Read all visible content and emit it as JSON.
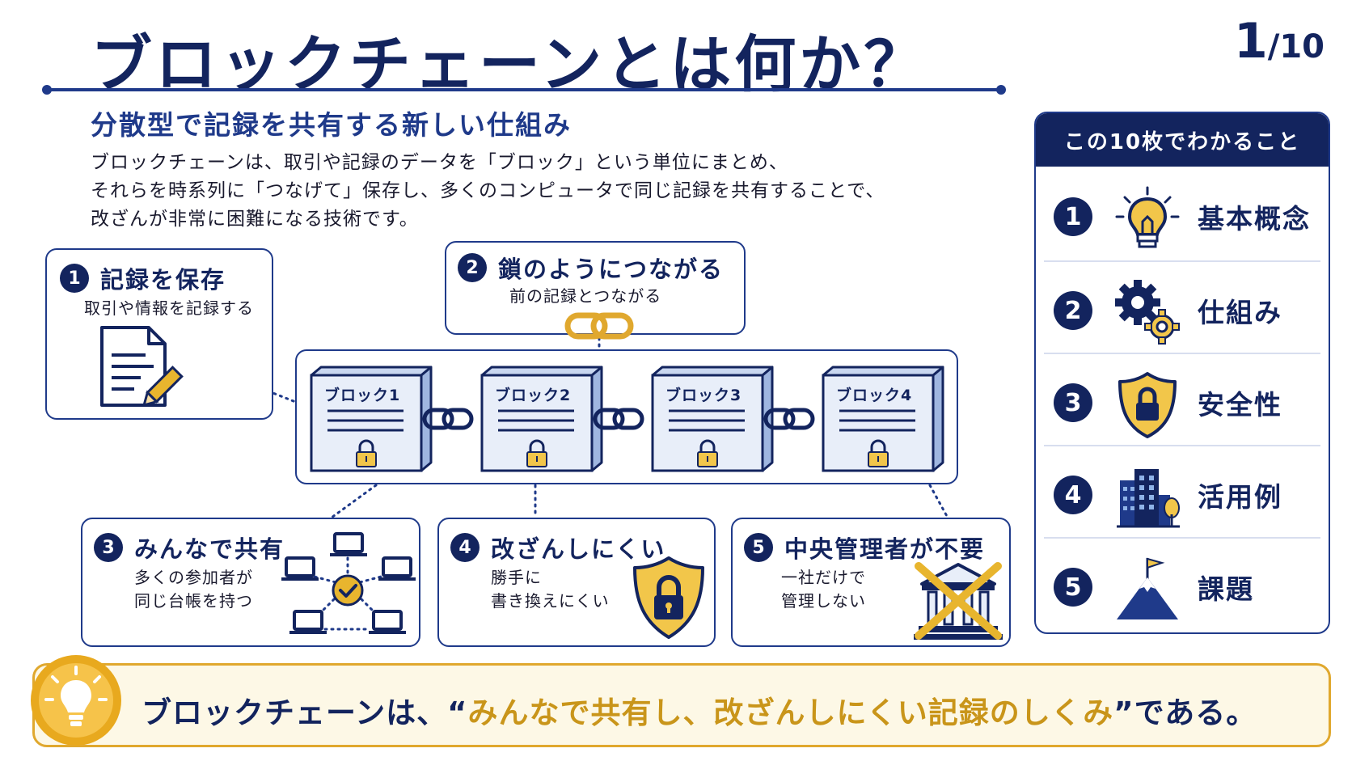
{
  "header": {
    "title": "ブロックチェーンとは何か？",
    "page_current": "1",
    "page_total": "/10"
  },
  "subtitle": "分散型で記録を共有する新しい仕組み",
  "description": [
    "ブロックチェーンは、取引や記録のデータを「ブロック」という単位にまとめ、",
    "それらを時系列に「つなげて」保存し、多くのコンピュータで同じ記録を共有することで、",
    "改ざんが非常に困難になる技術です。"
  ],
  "features": [
    {
      "num": "1",
      "title": "記録を保存",
      "lines": [
        "取引や情報を記録する"
      ],
      "icon": "document-pencil-icon"
    },
    {
      "num": "2",
      "title": "鎖のようにつながる",
      "lines": [
        "前の記録とつながる"
      ],
      "icon": "chain-link-icon"
    },
    {
      "num": "3",
      "title": "みんなで共有",
      "lines": [
        "多くの参加者が",
        "同じ台帳を持つ"
      ],
      "icon": "network-laptops-icon"
    },
    {
      "num": "4",
      "title": "改ざんしにくい",
      "lines": [
        "勝手に",
        "書き換えにくい"
      ],
      "icon": "shield-lock-icon"
    },
    {
      "num": "5",
      "title": "中央管理者が不要",
      "lines": [
        "一社だけで",
        "管理しない"
      ],
      "icon": "crossed-bank-icon"
    }
  ],
  "blocks": [
    "ブロック1",
    "ブロック2",
    "ブロック3",
    "ブロック4"
  ],
  "sidebar": {
    "title": "この10枚でわかること",
    "items": [
      {
        "num": "1",
        "label": "基本概念",
        "icon": "lightbulb-icon"
      },
      {
        "num": "2",
        "label": "仕組み",
        "icon": "gears-icon"
      },
      {
        "num": "3",
        "label": "安全性",
        "icon": "shield-lock-icon"
      },
      {
        "num": "4",
        "label": "活用例",
        "icon": "building-icon"
      },
      {
        "num": "5",
        "label": "課題",
        "icon": "mountain-flag-icon"
      }
    ]
  },
  "banner": {
    "prefix": "ブロックチェーンは、",
    "quote_open": "“",
    "highlight": "みんなで共有し、改ざんしにくい記録のしくみ",
    "quote_close": "”",
    "suffix": "である。",
    "icon": "lightbulb-icon"
  },
  "colors": {
    "navy": "#13245e",
    "blue": "#1f3a8a",
    "gold": "#e0a82e",
    "block_fill": "#e8eef9"
  }
}
